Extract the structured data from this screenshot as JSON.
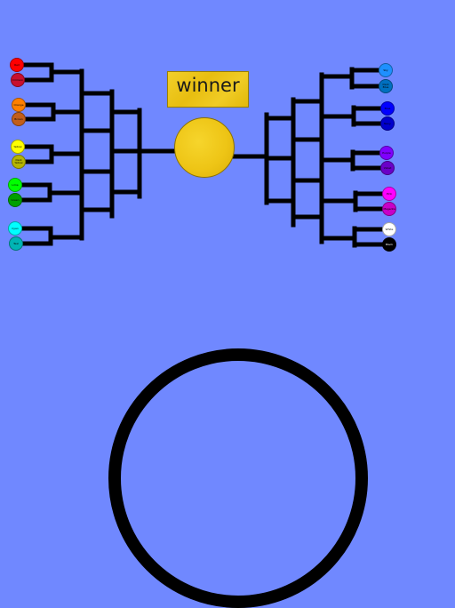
{
  "winner": {
    "label": "winner"
  },
  "left_teams": [
    {
      "name": "Red",
      "color": "#ff0000",
      "text_color": "#000000"
    },
    {
      "name": "Crimson",
      "color": "#c8102e",
      "text_color": "#000000"
    },
    {
      "name": "Orange",
      "color": "#ff8000",
      "text_color": "#000000"
    },
    {
      "name": "Brown",
      "color": "#c25e1a",
      "text_color": "#000000"
    },
    {
      "name": "Yellow",
      "color": "#ffff00",
      "text_color": "#000000"
    },
    {
      "name": "Dark Yellow",
      "color": "#b5b500",
      "text_color": "#000000"
    },
    {
      "name": "Lime",
      "color": "#00ff00",
      "text_color": "#000000"
    },
    {
      "name": "Green",
      "color": "#00a000",
      "text_color": "#000000"
    },
    {
      "name": "Cyan",
      "color": "#00ffff",
      "text_color": "#000000"
    },
    {
      "name": "Teal",
      "color": "#00b4b4",
      "text_color": "#000000"
    }
  ],
  "right_teams": [
    {
      "name": "Sky",
      "color": "#1e90ff",
      "text_color": "#000000"
    },
    {
      "name": "Dark Blue",
      "color": "#0070c0",
      "text_color": "#000000"
    },
    {
      "name": "Blue",
      "color": "#0000ff",
      "text_color": "#000000"
    },
    {
      "name": "Navy",
      "color": "#0000cc",
      "text_color": "#000000"
    },
    {
      "name": "Purple",
      "color": "#8000ff",
      "text_color": "#000000"
    },
    {
      "name": "Violet",
      "color": "#6a00c8",
      "text_color": "#000000"
    },
    {
      "name": "Pink",
      "color": "#ff00ff",
      "text_color": "#000000"
    },
    {
      "name": "Magenta",
      "color": "#c800c8",
      "text_color": "#000000"
    },
    {
      "name": "White",
      "color": "#ffffff",
      "text_color": "#000000"
    },
    {
      "name": "Black",
      "color": "#000000",
      "text_color": "#ffffff"
    }
  ]
}
